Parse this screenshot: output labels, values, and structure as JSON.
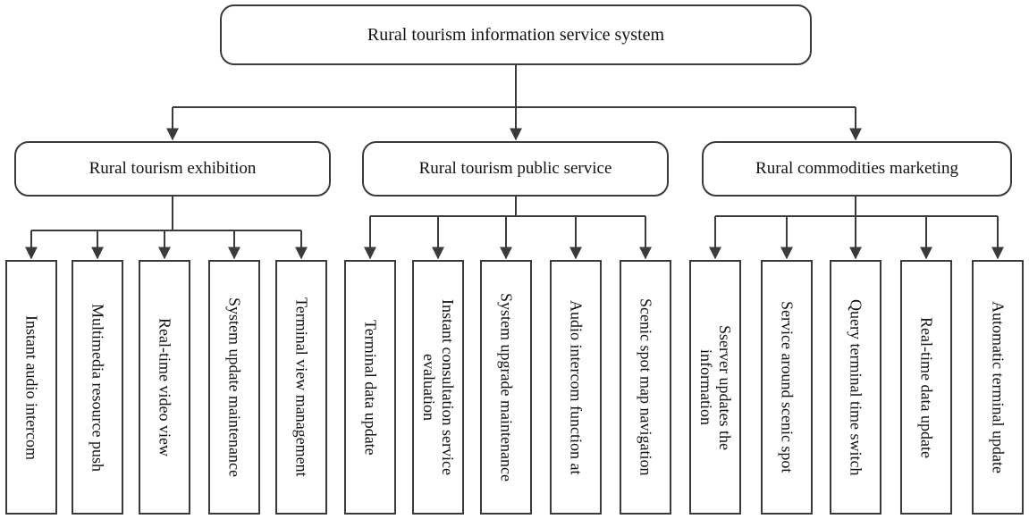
{
  "root": {
    "label": "Rural tourism information service system"
  },
  "categories": [
    {
      "label": "Rural tourism exhibition",
      "items": [
        "Instant audio intercom",
        "Multimedia resource push",
        "Real-time video view",
        "System update maintenance",
        "Terminal view management"
      ]
    },
    {
      "label": "Rural tourism public service",
      "items": [
        "Terminal data update",
        "Instant consultation service\nevaluation",
        "System upgrade maintenance",
        "Audio intercom function at",
        "Scenic spot map navigation"
      ]
    },
    {
      "label": "Rural commodities marketing",
      "items": [
        "Sserver updates the\ninformation",
        "Service around scenic spot",
        "Query terminal time switch",
        "Real-time data update",
        "Automatic terminal update"
      ]
    }
  ]
}
